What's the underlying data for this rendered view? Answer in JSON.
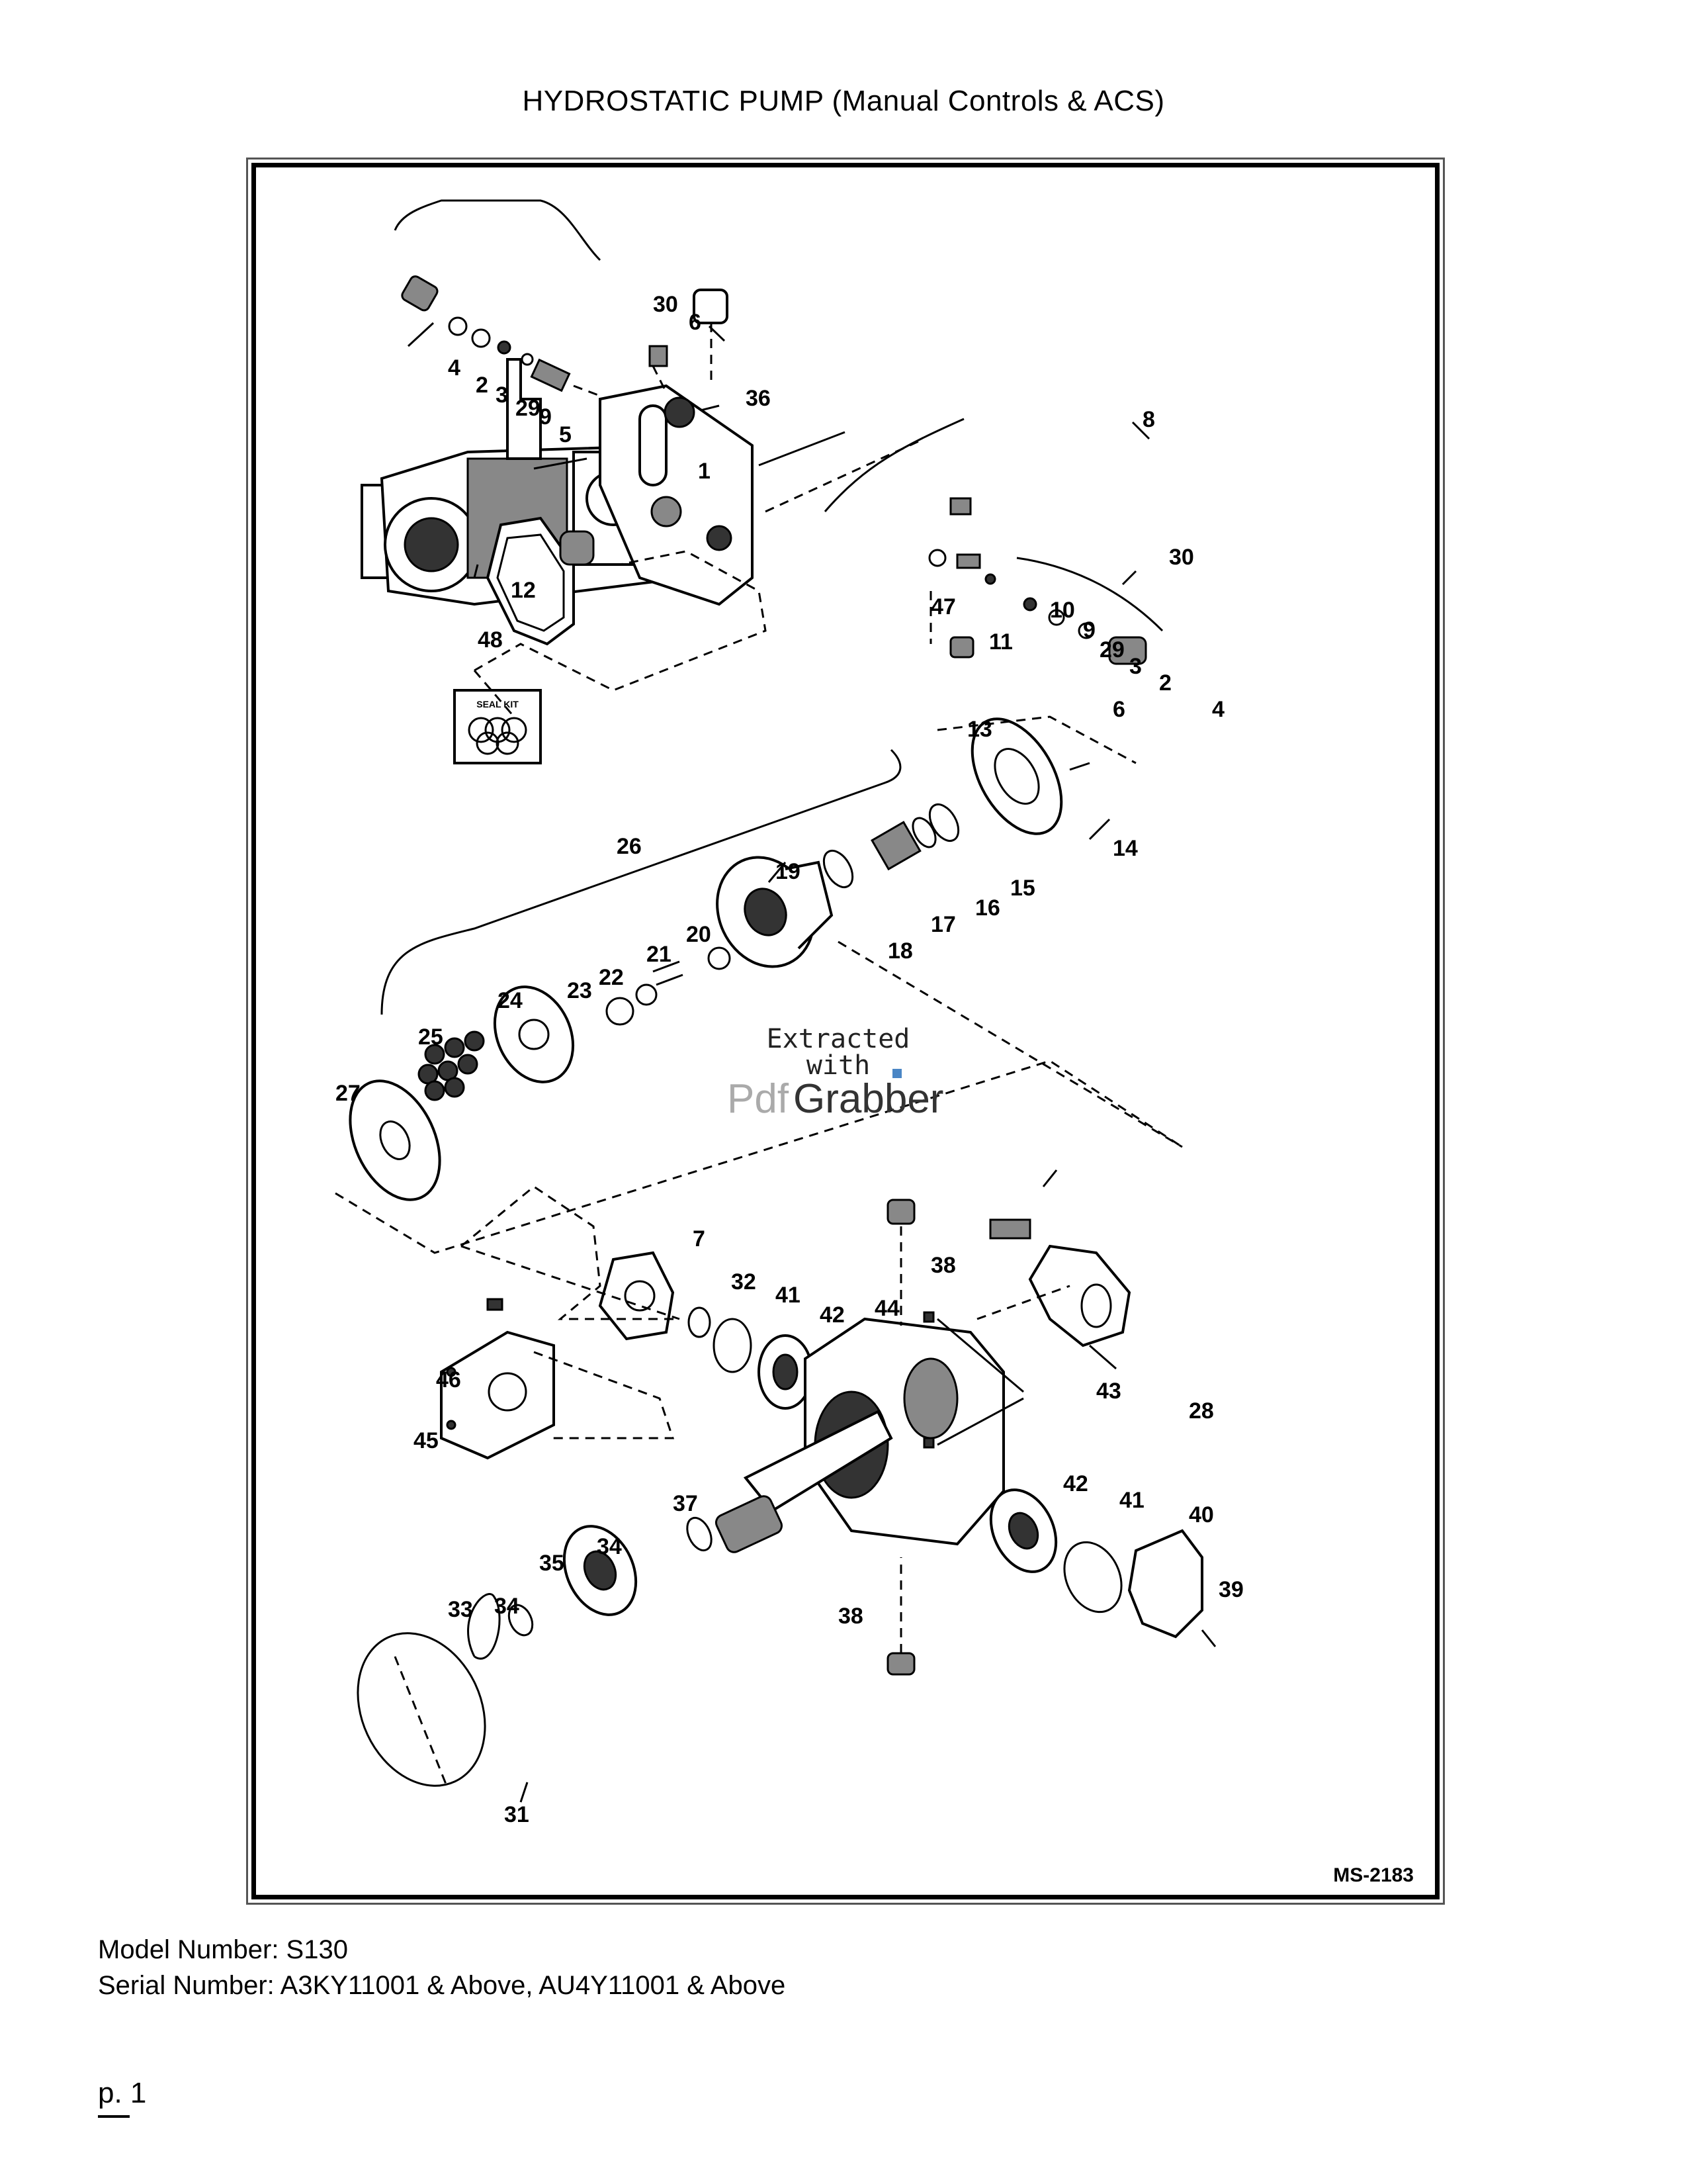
{
  "title": "HYDROSTATIC PUMP (Manual Controls & ACS)",
  "diagram": {
    "drawing_number": "MS-2183",
    "seal_kit_label": "SEAL KIT",
    "watermark": {
      "line1": "Extracted",
      "line2": "with",
      "brand_a": "Pdf",
      "brand_b": "Grabber"
    },
    "callouts": [
      "1",
      "2",
      "3",
      "4",
      "5",
      "6",
      "7",
      "8",
      "9",
      "10",
      "11",
      "12",
      "13",
      "14",
      "15",
      "16",
      "17",
      "18",
      "19",
      "20",
      "21",
      "22",
      "23",
      "24",
      "25",
      "26",
      "27",
      "28",
      "29",
      "30",
      "31",
      "32",
      "33",
      "34",
      "35",
      "36",
      "37",
      "38",
      "39",
      "40",
      "41",
      "42",
      "43",
      "44",
      "45",
      "46",
      "47",
      "48"
    ]
  },
  "footer": {
    "model_line": "Model Number: S130",
    "serial_line": "Serial Number: A3KY11001 & Above, AU4Y11001 & Above",
    "page_label": "p. 1"
  }
}
